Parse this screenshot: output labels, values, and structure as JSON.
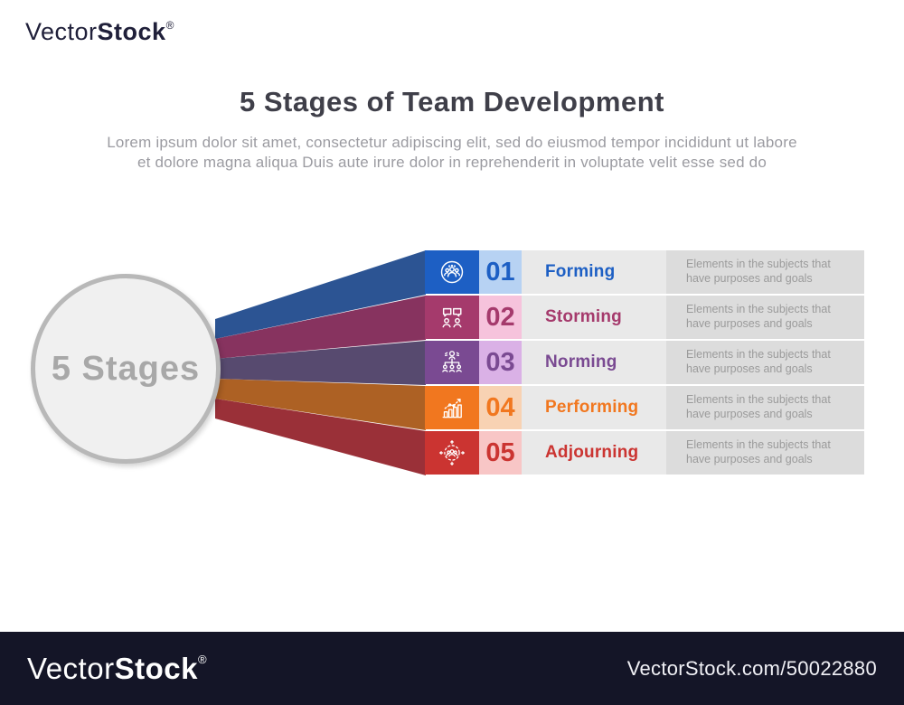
{
  "watermark_top": {
    "brand_light": "Vector",
    "brand_bold": "Stock",
    "registered": "®"
  },
  "header": {
    "title": "5 Stages of Team Development",
    "subtitle_lines": [
      "Lorem ipsum dolor sit amet, consectetur adipiscing elit, sed do eiusmod tempor incididunt ut labore",
      "et dolore magna aliqua Duis aute irure dolor in reprehenderit in voluptate velit esse sed do"
    ]
  },
  "hub": {
    "label": "5 Stages"
  },
  "rows_style": {
    "name_bg": "#e9e9e9",
    "desc_bg": "#dcdcdc"
  },
  "stages": [
    {
      "number": "01",
      "name": "Forming",
      "description": "Elements in the subjects that have purposes and goals",
      "icon": "team-group-icon",
      "color": "#1d5fc4",
      "tint": "#b7d2f3",
      "band_color": "#2c5493"
    },
    {
      "number": "02",
      "name": "Storming",
      "description": "Elements in the subjects that have purposes and goals",
      "icon": "discussion-icon",
      "color": "#a53a6c",
      "tint": "#f6c3dc",
      "band_color": "#87335f"
    },
    {
      "number": "03",
      "name": "Norming",
      "description": "Elements in the subjects that have purposes and goals",
      "icon": "hierarchy-icon",
      "color": "#7a4a92",
      "tint": "#dab1e6",
      "band_color": "#574a6f"
    },
    {
      "number": "04",
      "name": "Performing",
      "description": "Elements in the subjects that have purposes and goals",
      "icon": "growth-chart-icon",
      "color": "#f1771f",
      "tint": "#f8d2b3",
      "band_color": "#ad6124"
    },
    {
      "number": "05",
      "name": "Adjourning",
      "description": "Elements in the subjects that have purposes and goals",
      "icon": "disperse-icon",
      "color": "#cb3431",
      "tint": "#f8c6c6",
      "band_color": "#9a3038"
    }
  ],
  "footer": {
    "background": "#141527",
    "brand_light": "Vector",
    "brand_bold": "Stock",
    "registered": "®",
    "url": "VectorStock.com/50022880"
  }
}
